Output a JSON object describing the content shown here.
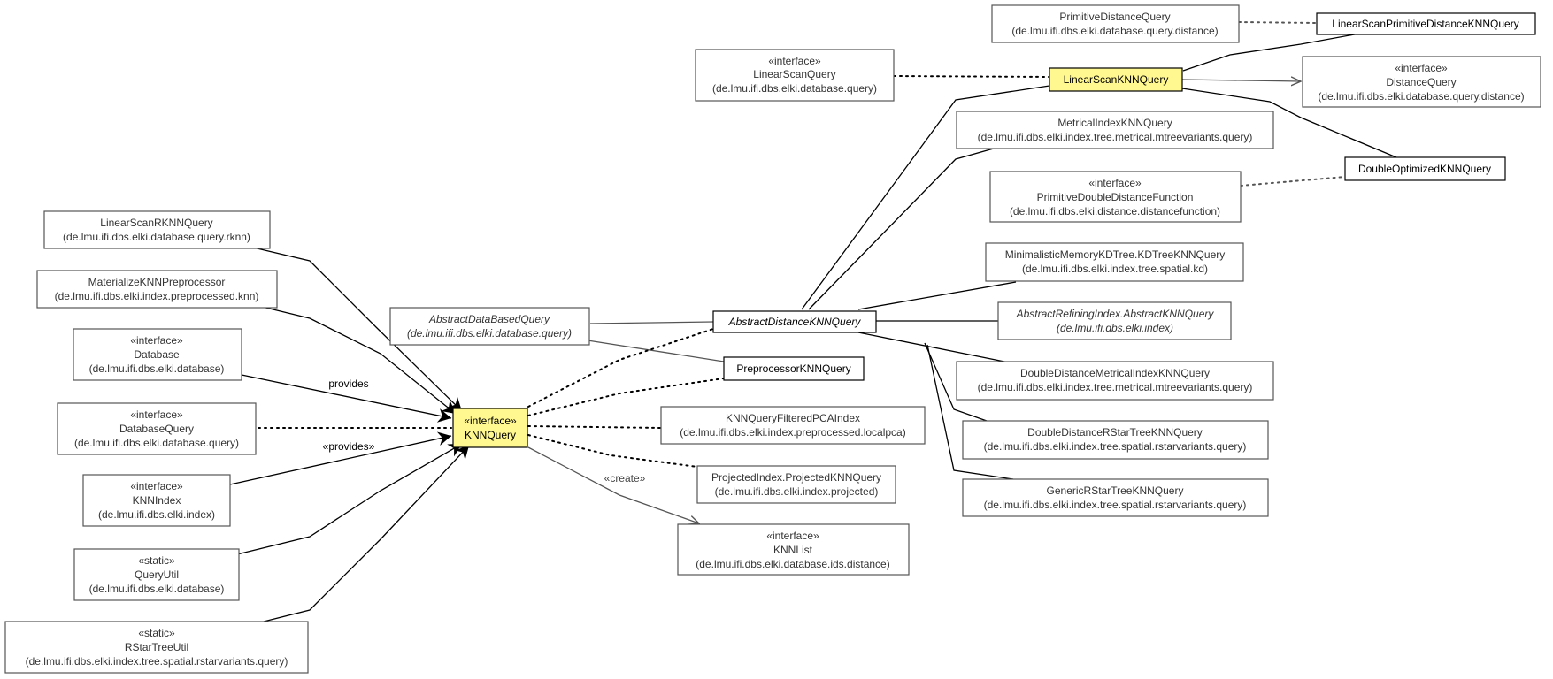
{
  "nodes": {
    "prim_dist_query": {
      "lines": [
        "PrimitiveDistanceQuery",
        "(de.lmu.ifi.dbs.elki.database.query.distance)"
      ],
      "italic": false
    },
    "ls_prim_dist_knn": {
      "lines": [
        "LinearScanPrimitiveDistanceKNNQuery"
      ],
      "italic": false
    },
    "ls_query": {
      "lines": [
        "«interface»",
        "LinearScanQuery",
        "(de.lmu.ifi.dbs.elki.database.query)"
      ],
      "italic": false
    },
    "ls_knn": {
      "lines": [
        "LinearScanKNNQuery"
      ],
      "italic": false
    },
    "dist_query": {
      "lines": [
        "«interface»",
        "DistanceQuery",
        "(de.lmu.ifi.dbs.elki.database.query.distance)"
      ],
      "italic": false
    },
    "metrical_knn": {
      "lines": [
        "MetricalIndexKNNQuery",
        "(de.lmu.ifi.dbs.elki.index.tree.metrical.mtreevariants.query)"
      ],
      "italic": false
    },
    "double_opt_knn": {
      "lines": [
        "DoubleOptimizedKNNQuery"
      ],
      "italic": false
    },
    "prim_double_dist": {
      "lines": [
        "«interface»",
        "PrimitiveDoubleDistanceFunction",
        "(de.lmu.ifi.dbs.elki.distance.distancefunction)"
      ],
      "italic": false
    },
    "ls_rknn": {
      "lines": [
        "LinearScanRKNNQuery",
        "(de.lmu.ifi.dbs.elki.database.query.rknn)"
      ],
      "italic": false
    },
    "kd_tree_knn": {
      "lines": [
        "MinimalisticMemoryKDTree.KDTreeKNNQuery",
        "(de.lmu.ifi.dbs.elki.index.tree.spatial.kd)"
      ],
      "italic": false
    },
    "mat_knn_pre": {
      "lines": [
        "MaterializeKNNPreprocessor",
        "(de.lmu.ifi.dbs.elki.index.preprocessed.knn)"
      ],
      "italic": false
    },
    "abs_data_query": {
      "lines": [
        "AbstractDataBasedQuery",
        "(de.lmu.ifi.dbs.elki.database.query)"
      ],
      "italic": true
    },
    "abs_dist_knn": {
      "lines": [
        "AbstractDistanceKNNQuery"
      ],
      "italic": true
    },
    "abs_refining_knn": {
      "lines": [
        "AbstractRefiningIndex.AbstractKNNQuery",
        "(de.lmu.ifi.dbs.elki.index)"
      ],
      "italic": true
    },
    "database": {
      "lines": [
        "«interface»",
        "Database",
        "(de.lmu.ifi.dbs.elki.database)"
      ],
      "italic": false
    },
    "pre_knn": {
      "lines": [
        "PreprocessorKNNQuery"
      ],
      "italic": false
    },
    "dd_metrical_knn": {
      "lines": [
        "DoubleDistanceMetricalIndexKNNQuery",
        "(de.lmu.ifi.dbs.elki.index.tree.metrical.mtreevariants.query)"
      ],
      "italic": false
    },
    "db_query": {
      "lines": [
        "«interface»",
        "DatabaseQuery",
        "(de.lmu.ifi.dbs.elki.database.query)"
      ],
      "italic": false
    },
    "knn_query": {
      "lines": [
        "«interface»",
        "KNNQuery"
      ],
      "italic": false
    },
    "knn_pca": {
      "lines": [
        "KNNQueryFilteredPCAIndex",
        "(de.lmu.ifi.dbs.elki.index.preprocessed.localpca)"
      ],
      "italic": false
    },
    "dd_rstar_knn": {
      "lines": [
        "DoubleDistanceRStarTreeKNNQuery",
        "(de.lmu.ifi.dbs.elki.index.tree.spatial.rstarvariants.query)"
      ],
      "italic": false
    },
    "proj_knn": {
      "lines": [
        "ProjectedIndex.ProjectedKNNQuery",
        "(de.lmu.ifi.dbs.elki.index.projected)"
      ],
      "italic": false
    },
    "knn_index": {
      "lines": [
        "«interface»",
        "KNNIndex",
        "(de.lmu.ifi.dbs.elki.index)"
      ],
      "italic": false
    },
    "generic_rstar_knn": {
      "lines": [
        "GenericRStarTreeKNNQuery",
        "(de.lmu.ifi.dbs.elki.index.tree.spatial.rstarvariants.query)"
      ],
      "italic": false
    },
    "knn_list": {
      "lines": [
        "«interface»",
        "KNNList",
        "(de.lmu.ifi.dbs.elki.database.ids.distance)"
      ],
      "italic": false
    },
    "query_util": {
      "lines": [
        "«static»",
        "QueryUtil",
        "(de.lmu.ifi.dbs.elki.database)"
      ],
      "italic": false
    },
    "rstar_util": {
      "lines": [
        "«static»",
        "RStarTreeUtil",
        "(de.lmu.ifi.dbs.elki.index.tree.spatial.rstarvariants.query)"
      ],
      "italic": false
    }
  },
  "edge_labels": {
    "provides": "provides",
    "provides_stereo": "«provides»",
    "create": "«create»"
  }
}
